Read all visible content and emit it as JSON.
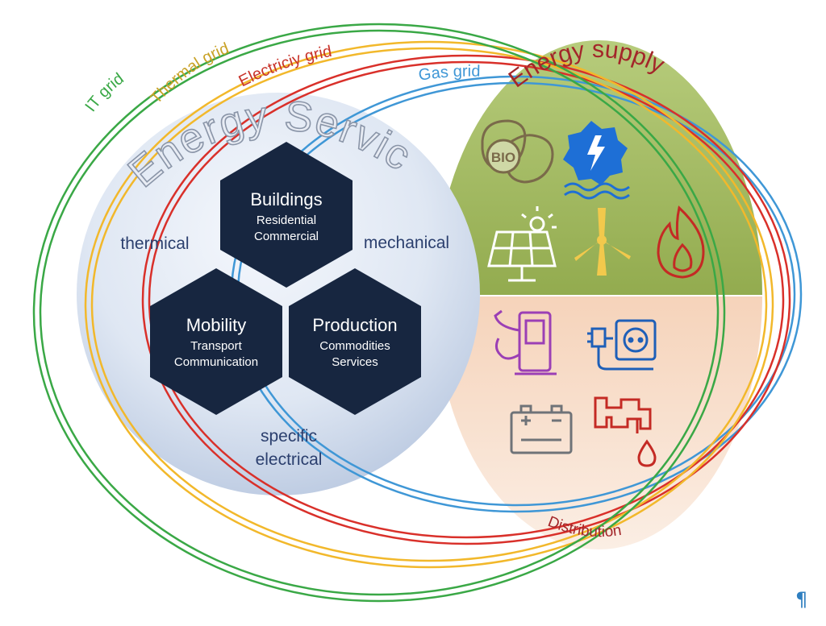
{
  "grids": {
    "it": "IT grid",
    "thermal": "Thermal grid",
    "electricity": "Electriciy grid",
    "gas": "Gas grid"
  },
  "energy_supply": "Energy supply",
  "distribution": "Distribution",
  "energy_services": "Energy Services",
  "service_types": {
    "thermical": "thermical",
    "mechanical": "mechanical",
    "specific_line1": "specific",
    "specific_line2": "electrical"
  },
  "hexagons": {
    "buildings": {
      "title": "Buildings",
      "line1": "Residential",
      "line2": "Commercial"
    },
    "mobility": {
      "title": "Mobility",
      "line1": "Transport",
      "line2": "Communication"
    },
    "production": {
      "title": "Production",
      "line1": "Commodities",
      "line2": "Services"
    }
  },
  "bio_badge": "BIO",
  "pilcrow": "¶",
  "colors": {
    "it_grid": "#3aa846",
    "thermal_grid": "#f2b82b",
    "electricity_grid": "#d9302a",
    "gas_grid": "#3f97d6",
    "supply_green": "#6e8a2e",
    "distribution_peach": "#f3c6a3",
    "hexagon": "#172640",
    "services_text": "#2b3f6e"
  },
  "icons": {
    "supply": [
      "bio-leaf-icon",
      "hydro-power-icon",
      "solar-panel-icon",
      "wind-turbine-icon",
      "flame-icon"
    ],
    "distribution": [
      "fuel-pump-icon",
      "power-socket-icon",
      "battery-icon",
      "water-pipe-icon"
    ]
  }
}
